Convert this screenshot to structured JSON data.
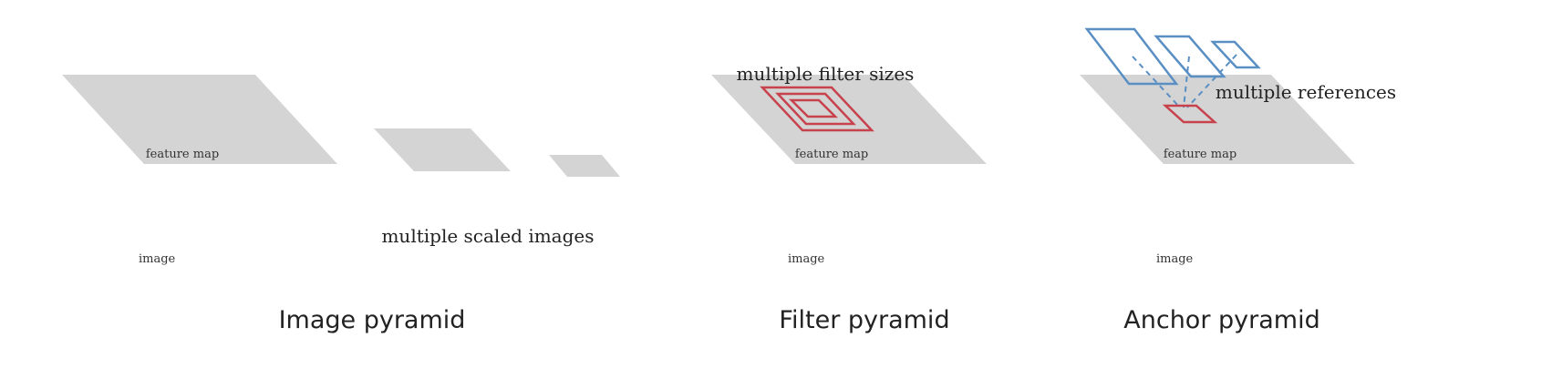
{
  "labels": {
    "feature_map": "feature map",
    "image": "image",
    "multiple_scaled_images": "multiple scaled images",
    "multiple_filter_sizes": "multiple filter sizes",
    "multiple_references": "multiple references"
  },
  "captions": {
    "image_pyramid": "Image pyramid",
    "filter_pyramid": "Filter pyramid",
    "anchor_pyramid": "Anchor pyramid"
  },
  "colors": {
    "feature_map_fill": "#d4d4d4",
    "filter_red": "#c8424d",
    "anchor_blue": "#5a8fc4",
    "photo_grass": "#4f7a32",
    "photo_trees": "#2f5a25",
    "photo_dirt": "#b79c80",
    "horse": "#8a3d16",
    "rider_shirt": "#4b6fa6"
  }
}
